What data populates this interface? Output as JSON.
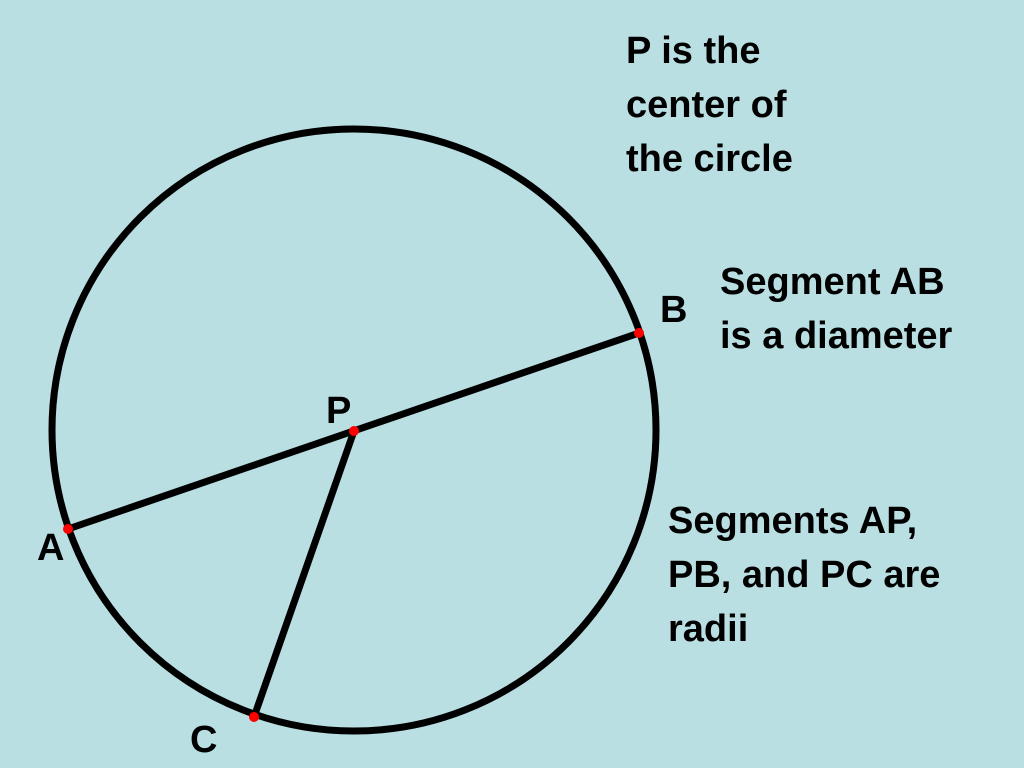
{
  "points": {
    "P": "P",
    "A": "A",
    "B": "B",
    "C": "C"
  },
  "notes": {
    "center": "P is the\ncenter of\nthe circle",
    "diameter": "Segment AB\nis a diameter",
    "radii": "Segments AP,\nPB, and PC are\nradii"
  },
  "colors": {
    "background": "#b9dfe3",
    "stroke": "#000000",
    "point": "#ff0000"
  }
}
